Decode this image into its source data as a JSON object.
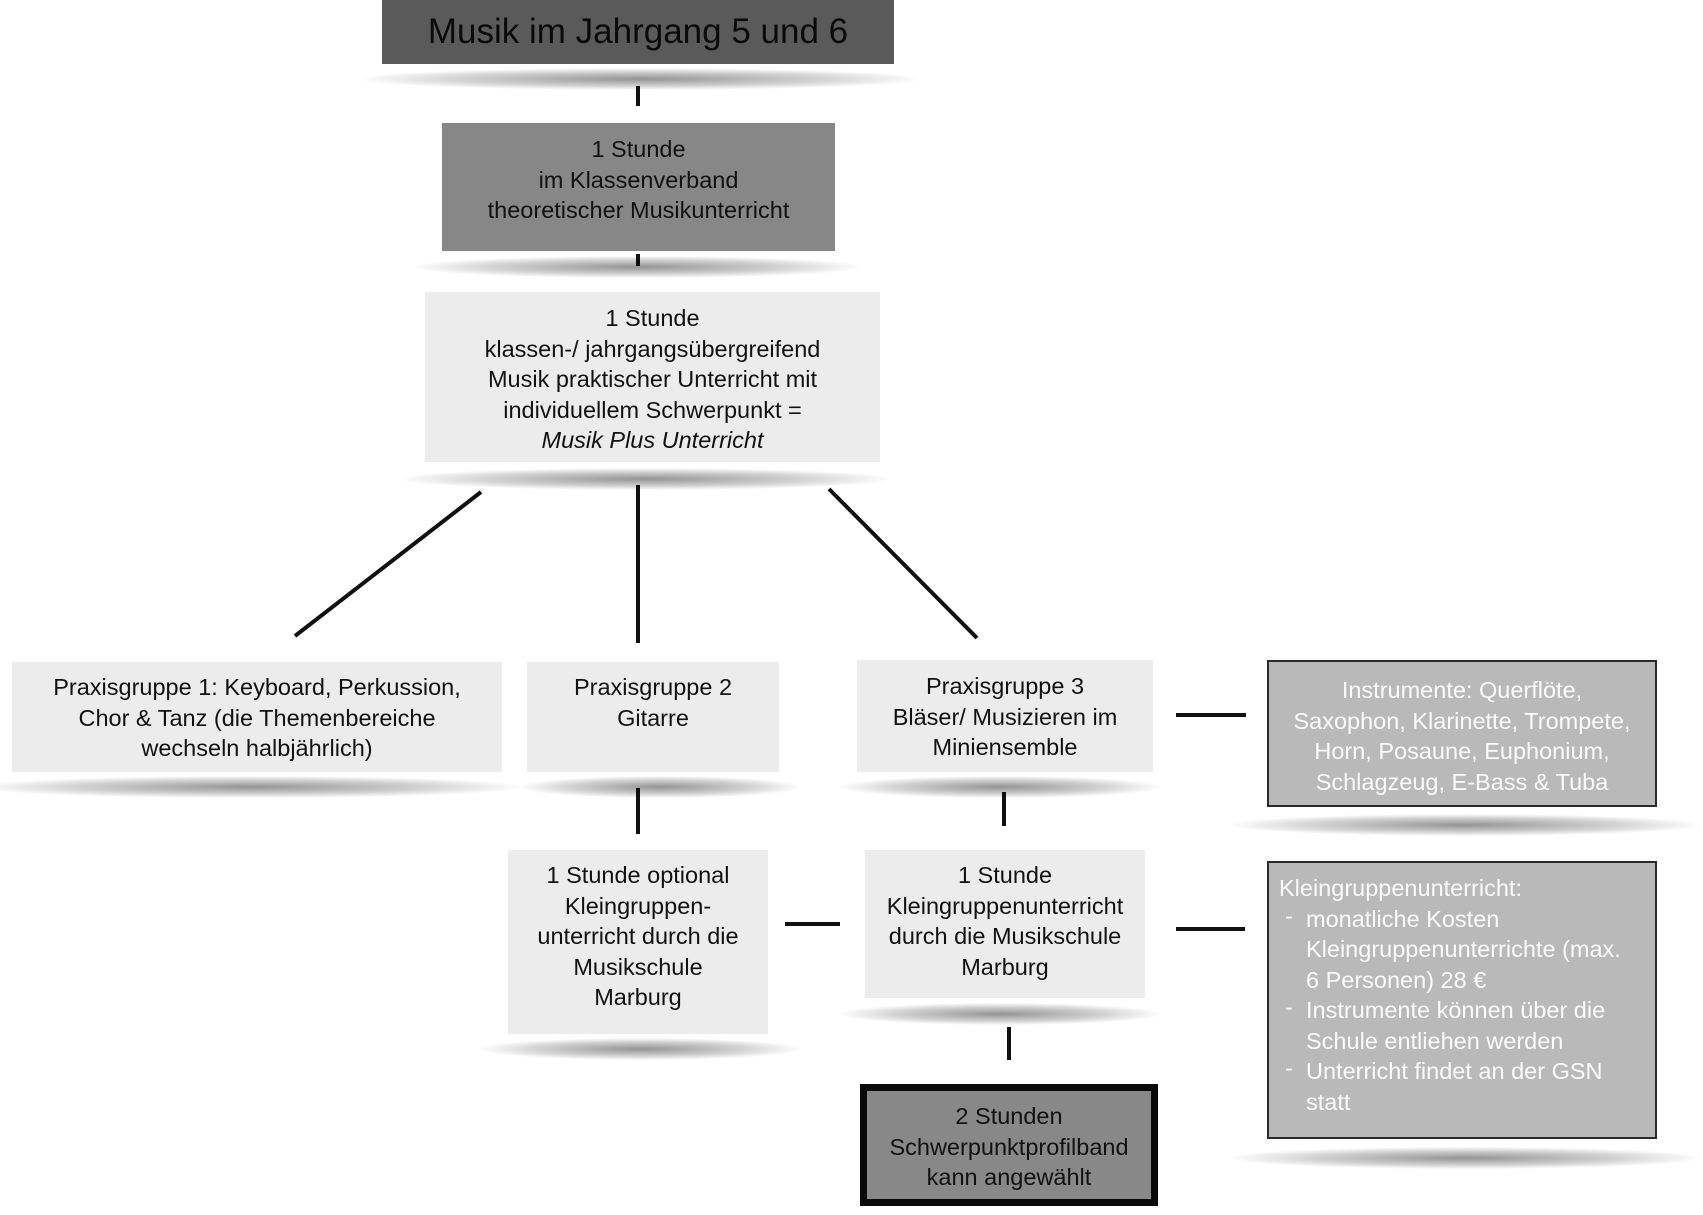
{
  "title": "Musik im Jahrgang 5 und 6",
  "box_klassenverband": [
    "1 Stunde",
    "im Klassenverband",
    "theoretischer Musikunterricht"
  ],
  "box_musik_plus": [
    "1 Stunde",
    "klassen-/ jahrgangsübergreifend",
    "Musik praktischer Unterricht mit",
    "individuellem Schwerpunkt =",
    "Musik Plus Unterricht"
  ],
  "praxisgruppe_1": [
    "Praxisgruppe 1:  Keyboard, Perkussion,",
    "Chor & Tanz (die Themenbereiche",
    "wechseln halbjährlich)"
  ],
  "praxisgruppe_2": [
    "Praxisgruppe 2",
    "Gitarre"
  ],
  "praxisgruppe_3": [
    "Praxisgruppe 3",
    "Bläser/ Musizieren im",
    "Miniensemble"
  ],
  "instrumente": [
    "Instrumente: Querflöte,",
    "Saxophon, Klarinette, Trompete,",
    "Horn, Posaune, Euphonium,",
    "Schlagzeug, E-Bass & Tuba"
  ],
  "optional_kleingruppe": [
    "1 Stunde optional",
    "Kleingruppen-",
    "unterricht durch die",
    "Musikschule",
    "Marburg"
  ],
  "kleingruppe_musikschule": [
    "1 Stunde",
    "Kleingruppenunterricht",
    "durch die Musikschule",
    "Marburg"
  ],
  "kleingruppe_info": {
    "heading": "Kleingruppenunterricht:",
    "bullets": [
      [
        "monatliche Kosten",
        "Kleingruppenunterrichte (max.",
        "6 Personen) 28 €"
      ],
      [
        "Instrumente können über die",
        "Schule entliehen werden"
      ],
      [
        "Unterricht findet an der GSN",
        "statt"
      ]
    ]
  },
  "schwerpunktprofilband": [
    "2 Stunden",
    "Schwerpunktprofilband",
    "kann angewählt"
  ],
  "colors": {
    "title_bg": "#5a5a5a",
    "mid_bg": "#878787",
    "light_bg": "#ececec",
    "info_bg": "#b9b9b9",
    "connector": "#111111"
  }
}
